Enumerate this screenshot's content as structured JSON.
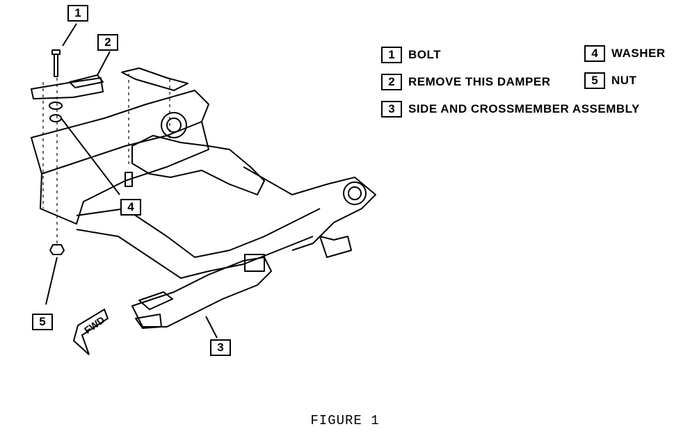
{
  "legend": [
    {
      "num": "1",
      "text": "BOLT"
    },
    {
      "num": "2",
      "text": "REMOVE THIS DAMPER"
    },
    {
      "num": "3",
      "text": "SIDE AND CROSSMEMBER ASSEMBLY"
    },
    {
      "num": "4",
      "text": "WASHER"
    },
    {
      "num": "5",
      "text": "NUT"
    }
  ],
  "callouts": [
    "1",
    "2",
    "3",
    "4",
    "5"
  ],
  "direction_label": "FWD",
  "caption": "FIGURE 1"
}
